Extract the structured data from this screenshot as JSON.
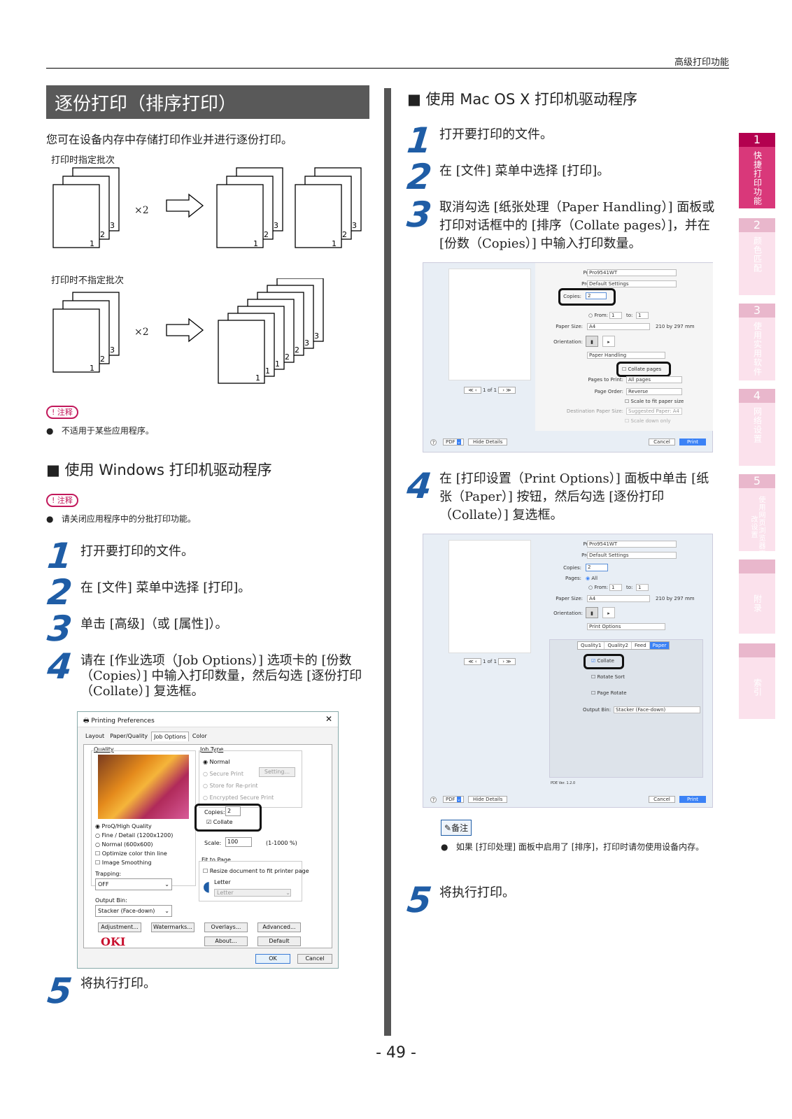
{
  "header": {
    "title": "高级打印功能"
  },
  "section_title": "逐份打印（排序打印）",
  "intro": "您可在设备内存中存储打印作业并进行逐份打印。",
  "fig1_label": "打印时指定批次",
  "fig2_label": "打印时不指定批次",
  "times": "×2",
  "note_label": "注释",
  "note1": "不适用于某些应用程序。",
  "windows_heading": "使用 Windows 打印机驱动程序",
  "note2": "请关闭应用程序中的分批打印功能。",
  "win_steps": [
    {
      "num": "1",
      "text": "打开要打印的文件。"
    },
    {
      "num": "2",
      "text": "在 [文件] 菜单中选择 [打印]。"
    },
    {
      "num": "3",
      "text": "单击 [高级]（或 [属性]）。"
    },
    {
      "num": "4",
      "text": "请在 [作业选项（Job Options）] 选项卡的 [份数（Copies）] 中输入打印数量，然后勾选 [逐份打印（Collate）] 复选框。"
    },
    {
      "num": "5",
      "text": "将执行打印。"
    }
  ],
  "mac_heading": "使用 Mac OS X 打印机驱动程序",
  "mac_steps": [
    {
      "num": "1",
      "text": "打开要打印的文件。"
    },
    {
      "num": "2",
      "text": "在 [文件] 菜单中选择 [打印]。"
    },
    {
      "num": "3",
      "text": "取消勾选 [纸张处理（Paper Handling）] 面板或打印对话框中的 [排序（Collate pages）]，并在 [份数（Copies）] 中输入打印数量。"
    },
    {
      "num": "4",
      "text": "在 [打印设置（Print Options）] 面板中单击 [纸张（Paper）] 按钮，然后勾选 [逐份打印（Collate）] 复选框。"
    },
    {
      "num": "5",
      "text": "将执行打印。"
    }
  ],
  "memo_label": "备注",
  "memo_text": "如果 [打印处理] 面板中启用了 [排序]，打印时请勿使用设备内存。",
  "page_number": "- 49 -",
  "side_tabs": [
    {
      "num": "1",
      "label": "快捷打印功能",
      "active": true
    },
    {
      "num": "2",
      "label": "颜色匹配",
      "active": false
    },
    {
      "num": "3",
      "label": "使用实用软件",
      "active": false
    },
    {
      "num": "4",
      "label": "网络设置",
      "active": false
    },
    {
      "num": "5",
      "label": "使用网页浏览器更改设置",
      "active": false
    },
    {
      "num": "",
      "label": "附录",
      "active": false
    },
    {
      "num": "",
      "label": "索引",
      "active": false
    }
  ],
  "win_dialog": {
    "title": "Printing Preferences",
    "tabs": [
      "Layout",
      "Paper/Quality",
      "Job Options",
      "Color"
    ],
    "quality_label": "Quality",
    "quality_opts": [
      "ProQ/High Quality",
      "Fine / Detail (1200x1200)",
      "Normal (600x600)"
    ],
    "checks": [
      "Optimize color thin line",
      "Image Smoothing"
    ],
    "trapping_label": "Trapping:",
    "trapping_value": "OFF",
    "output_bin_label": "Output Bin:",
    "output_bin_value": "Stacker (Face-down)",
    "job_type_label": "Job Type",
    "job_types": [
      "Normal",
      "Secure Print",
      "Store for Re-print",
      "Encrypted Secure Print"
    ],
    "setting_btn": "Setting...",
    "copies_label": "Copies:",
    "copies_value": "2",
    "collate_label": "Collate",
    "scale_label": "Scale:",
    "scale_value": "100",
    "scale_range": "(1-1000 %)",
    "fit_label": "Fit to Page",
    "fit_check": "Resize document to fit printer page",
    "letter1": "Letter",
    "letter2": "Letter",
    "buttons": [
      "Adjustment...",
      "Watermarks...",
      "Overlays...",
      "Advanced...",
      "About...",
      "Default"
    ],
    "logo": "OKI",
    "ok": "OK",
    "cancel": "Cancel"
  },
  "mac1": {
    "printer_label": "Printer:",
    "printer": "Pro9541WT",
    "presets_label": "Presets:",
    "presets": "Default Settings",
    "copies_label": "Copies:",
    "copies": "2",
    "from_label": "From:",
    "from": "1",
    "to_label": "to:",
    "to": "1",
    "paper_size_label": "Paper Size:",
    "paper_size": "A4",
    "paper_dim": "210 by 297 mm",
    "orientation_label": "Orientation:",
    "panel": "Paper Handling",
    "collate_pages": "Collate pages",
    "pages_to_print_label": "Pages to Print:",
    "pages_to_print": "All pages",
    "page_order_label": "Page Order:",
    "page_order": "Reverse",
    "scale_fit": "Scale to fit paper size",
    "dest_label": "Destination Paper Size:",
    "dest": "Suggested Paper: A4",
    "scale_down": "Scale down only",
    "nav": "1 of 1",
    "pdf": "PDF",
    "hide": "Hide Details",
    "cancel": "Cancel",
    "print": "Print"
  },
  "mac2": {
    "printer_label": "Printer:",
    "printer": "Pro9541WT",
    "presets_label": "Presets:",
    "presets": "Default Settings",
    "copies_label": "Copies:",
    "copies": "2",
    "pages_label": "Pages:",
    "all": "All",
    "from_label": "From:",
    "from": "1",
    "to_label": "to:",
    "to": "1",
    "paper_size_label": "Paper Size:",
    "paper_size": "A4",
    "paper_dim": "210 by 297 mm",
    "orientation_label": "Orientation:",
    "panel": "Print Options",
    "seg": [
      "Quality1",
      "Quality2",
      "Feed",
      "Paper"
    ],
    "collate": "Collate",
    "rotate_sort": "Rotate Sort",
    "page_rotate": "Page Rotate",
    "output_bin_label": "Output Bin:",
    "output_bin": "Stacker (Face-down)",
    "version": "PDE Ver. 1.2.0",
    "nav": "1 of 1",
    "pdf": "PDF",
    "hide": "Hide Details",
    "cancel": "Cancel",
    "print": "Print"
  },
  "colors": {
    "accent_blue": "#1f5da6",
    "tab_pink": "#d9387a",
    "title_gray": "#595959"
  }
}
